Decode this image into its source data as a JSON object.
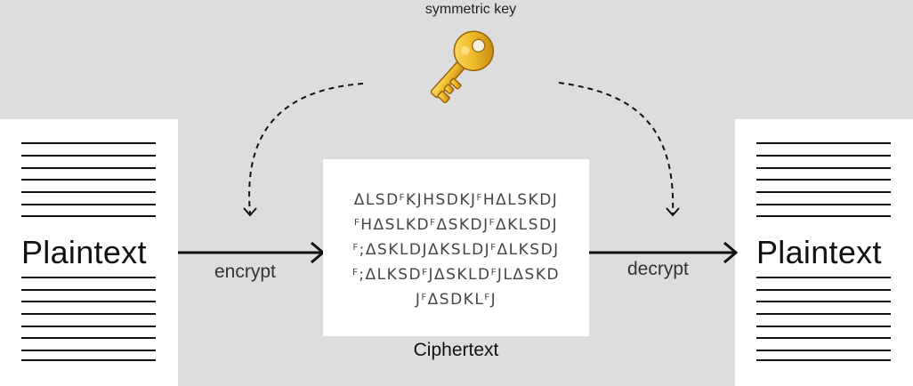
{
  "diagram": {
    "key_label": "symmetric key",
    "left_doc_label": "Plaintext",
    "right_doc_label": "Plaintext",
    "encrypt_label": "encrypt",
    "decrypt_label": "decrypt",
    "cipher_label": "Ciphertext",
    "cipher_lines": [
      "ΔLSDꟳKJHSDKJꟳHΔLSKDJ",
      "ꟳHΔSLKDꟳΔSKDJꟳΔKLSDJ",
      "ꟳ;ΔSKLDJΔKSLDJꟳΔLKSDJ",
      "ꟳ;ΔLKSDꟳJΔSKLDꟳJLΔSKD",
      "JꟳΔSDKLꟳJ"
    ],
    "icons": {
      "key": "key-icon",
      "document": "document-icon"
    },
    "colors": {
      "background": "#dddddd",
      "panel": "#ffffff",
      "key_gold": "#e8b523"
    }
  }
}
